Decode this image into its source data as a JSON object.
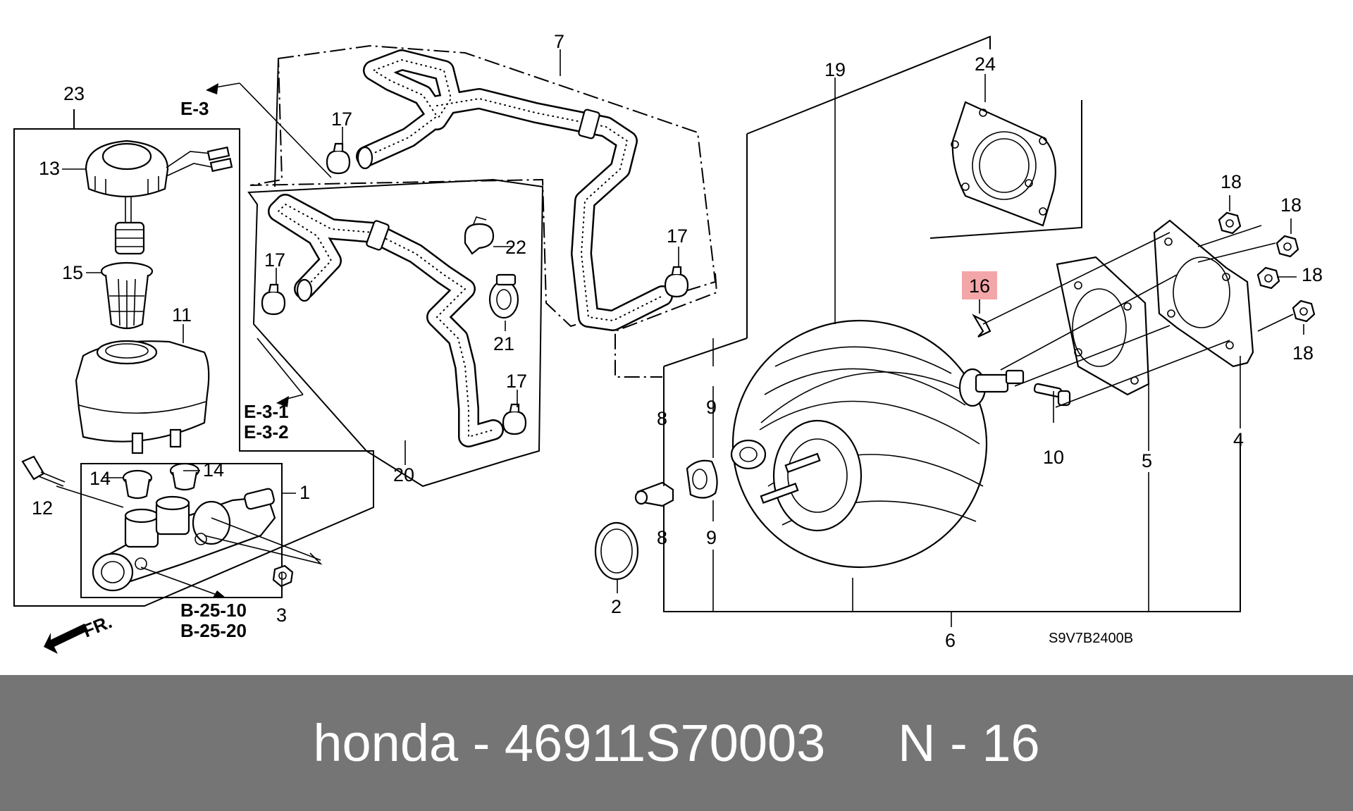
{
  "diagram": {
    "labels": {
      "p1": "1",
      "p2": "2",
      "p3": "3",
      "p4": "4",
      "p5": "5",
      "p6": "6",
      "p7": "7",
      "p8a": "8",
      "p8b": "8",
      "p9a": "9",
      "p9b": "9",
      "p10": "10",
      "p11": "11",
      "p12": "12",
      "p13": "13",
      "p14a": "14",
      "p14b": "14",
      "p15": "15",
      "p16": "16",
      "p17a": "17",
      "p17b": "17",
      "p17c": "17",
      "p17d": "17",
      "p18a": "18",
      "p18b": "18",
      "p18c": "18",
      "p18d": "18",
      "p19": "19",
      "p20": "20",
      "p21": "21",
      "p22": "22",
      "p23": "23",
      "p24": "24"
    },
    "refs": {
      "e3": "E-3",
      "e31": "E-3-1",
      "e32": "E-3-2",
      "b2510": "B-25-10",
      "b2520": "B-25-20"
    },
    "front_arrow": "FR.",
    "drawing_code": "S9V7B2400B",
    "highlight_color": "#f3a6a8"
  },
  "footer": {
    "text": "honda - 46911S70003     N - 16",
    "background": "#757575"
  }
}
